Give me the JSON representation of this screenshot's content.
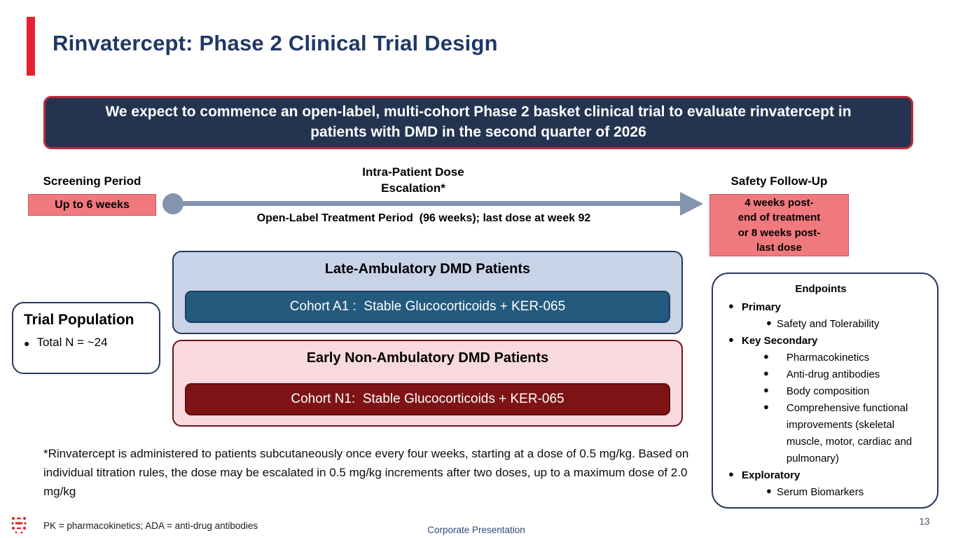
{
  "slide": {
    "title": "Rinvatercept: Phase 2 Clinical Trial Design",
    "banner": "We expect to commence an open-label, multi-cohort Phase 2 basket clinical trial to evaluate rinvatercept in patients with DMD in the second quarter of 2026",
    "page_number": "13"
  },
  "timeline": {
    "screening_label": "Screening Period",
    "screening_box": "Up to 6 weeks",
    "escalation_line1": "Intra-Patient Dose",
    "escalation_line2": "Escalation*",
    "open_label_text": "Open-Label Treatment Period  (96 weeks); last dose at week 92",
    "safety_label": "Safety Follow-Up",
    "safety_box_lines": [
      "4 weeks post-",
      "end of treatment",
      "or 8 weeks post-",
      "last dose"
    ]
  },
  "trial_population": {
    "title": "Trial Population",
    "bullet": "Total N = ~24"
  },
  "cohorts": [
    {
      "group": "Late-Ambulatory DMD Patients",
      "cohort": "Cohort A1 :  Stable Glucocorticoids + KER-065"
    },
    {
      "group": "Early Non-Ambulatory DMD Patients",
      "cohort": "Cohort N1:  Stable Glucocorticoids + KER-065"
    }
  ],
  "endpoints": {
    "title": "Endpoints",
    "items": [
      {
        "label": "Primary",
        "subs": [
          "Safety and Tolerability"
        ]
      },
      {
        "label": "Key Secondary",
        "subs": [
          "Pharmacokinetics",
          "Anti-drug antibodies",
          "Body composition",
          "Comprehensive functional improvements (skeletal muscle, motor, cardiac and pulmonary)"
        ]
      },
      {
        "label": "Exploratory",
        "subs": [
          "Serum Biomarkers"
        ]
      }
    ]
  },
  "footnote": "*Rinvatercept is administered to patients subcutaneously once every four weeks, starting at a dose of 0.5 mg/kg. Based on individual titration rules, the dose may be escalated in 0.5 mg/kg increments after two doses, up to a maximum dose of 2.0 mg/kg",
  "footer": {
    "abbreviations": "PK = pharmacokinetics; ADA = anti-drug antibodies",
    "center_text": "Corporate Presentation"
  },
  "colors": {
    "accent_red": "#e8212e",
    "title_navy": "#1f3864",
    "banner_bg": "#243450",
    "banner_border": "#bb2c3b",
    "pink_box": "#f0797e",
    "arrow_gray": "#8394ae",
    "cohort_a_bg": "#c9d3e8",
    "cohort_a_inner": "#235a7e",
    "cohort_n_bg": "#f8d9dd",
    "cohort_n_inner": "#7e1316",
    "box_border_navy": "#26395e"
  }
}
